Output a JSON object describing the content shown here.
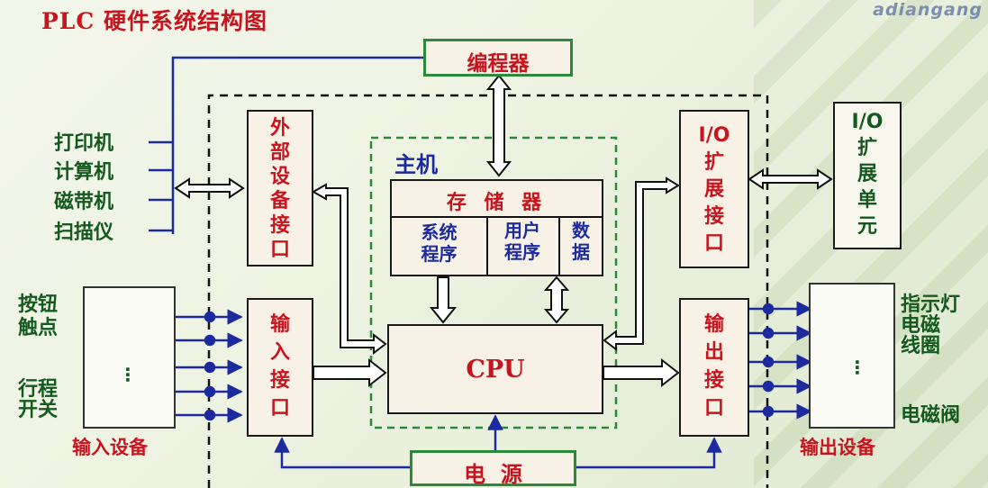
{
  "title": "PLC 硬件系统结构图",
  "logo_text": "adiangang",
  "programmer": "编程器",
  "host": {
    "label": "主机",
    "memory": "存 储 器",
    "system_program": [
      "系统",
      "程序"
    ],
    "user_program": [
      "用户",
      "程序"
    ],
    "data": [
      "数",
      "据"
    ],
    "cpu": "CPU"
  },
  "external_interface": [
    "外",
    "部",
    "设",
    "备",
    "接",
    "口"
  ],
  "external_devices": [
    "打印机",
    "计算机",
    "磁带机",
    "扫描仪"
  ],
  "io_expansion_interface": [
    "I/O",
    "扩",
    "展",
    "接",
    "口"
  ],
  "io_expansion_unit": [
    "I/O",
    "扩",
    "展",
    "单",
    "元"
  ],
  "input_interface": [
    "输",
    "入",
    "接",
    "口"
  ],
  "output_interface": [
    "输",
    "出",
    "接",
    "口"
  ],
  "input_devices": {
    "button_contacts": [
      "按钮",
      "触点"
    ],
    "travel_switch": [
      "行程",
      "开关"
    ],
    "ellipsis": "⋮",
    "caption": "输入设备"
  },
  "output_devices": {
    "indicator": "指示灯",
    "coil": [
      "电磁",
      "线圈"
    ],
    "valve": "电磁阀",
    "ellipsis": "⋮",
    "caption": "输出设备"
  },
  "power": "电  源",
  "colors": {
    "red_text": "#c8141e",
    "blue_text": "#1c2aa0",
    "green_text": "#145a1e",
    "green_box": "#2a8a3a",
    "blue_wire": "#1c2aa0",
    "box_fill": "#f7f1e6"
  }
}
